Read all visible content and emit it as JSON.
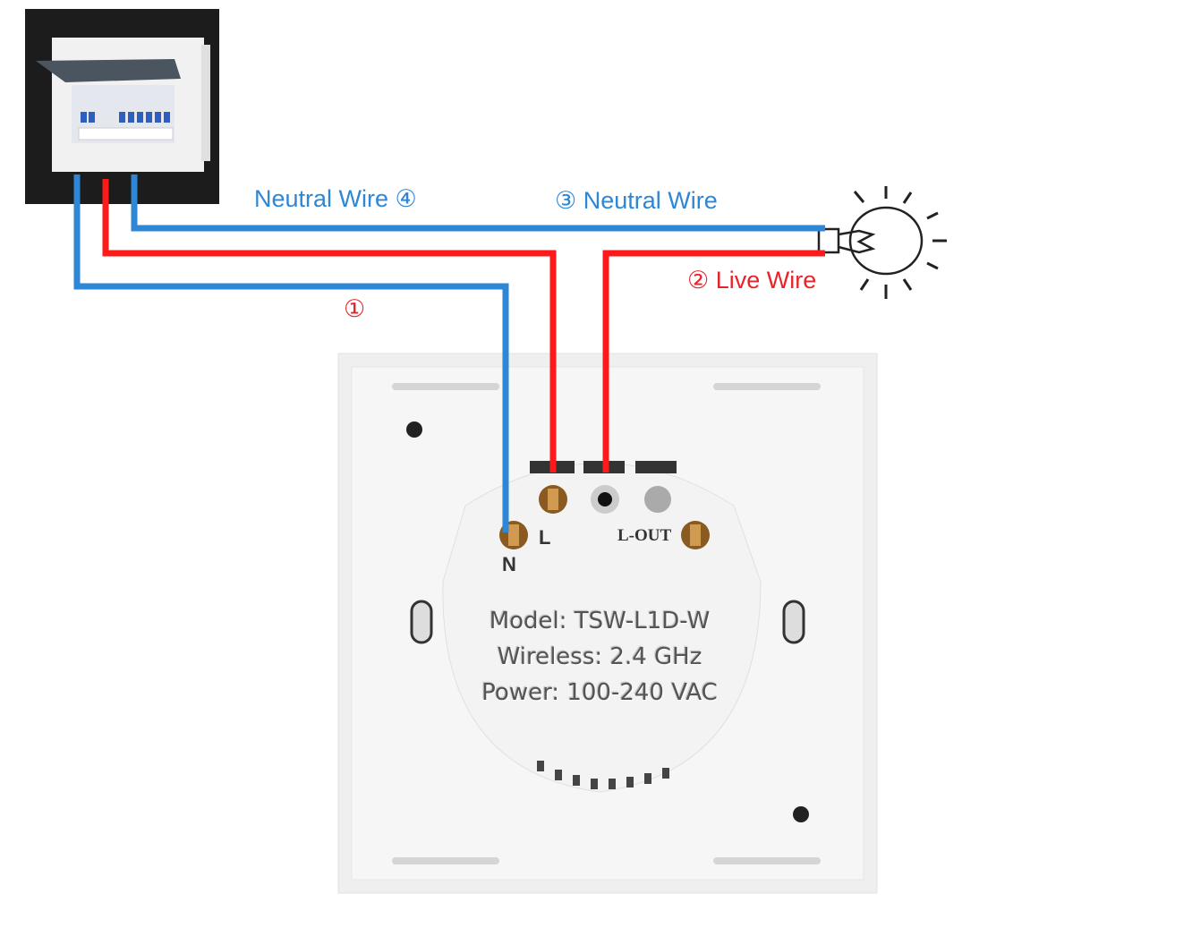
{
  "labels": {
    "neutral_wire_4": "Neutral Wire ④",
    "neutral_wire_3": "③ Neutral Wire",
    "live_wire_2": "② Live Wire",
    "wire_1": "①"
  },
  "terminals": {
    "n": "N",
    "l": "L",
    "l_out": "L-OUT"
  },
  "specs": {
    "model": "Model: TSW-L1D-W",
    "wireless": "Wireless: 2.4 GHz",
    "power": "Power: 100-240 VAC"
  },
  "colors": {
    "neutral": "#2d86d6",
    "live": "#ff1a1a",
    "panel_bg": "#1a1a1a"
  }
}
